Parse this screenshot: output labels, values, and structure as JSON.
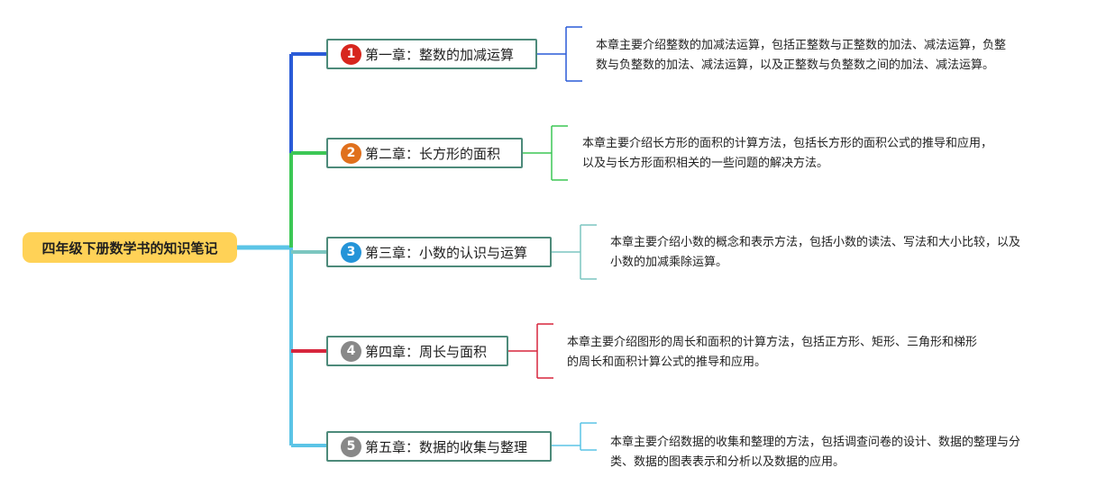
{
  "root": {
    "label": "四年级下册数学书的知识笔记"
  },
  "chapters": [
    {
      "number": "1",
      "title": "第一章：整数的加减运算",
      "color": "#2a5bd7",
      "badge_color": "#d7261e",
      "desc_lines": [
        "本章主要介绍整数的加减法运算，包括正整数与正整数的加法、减法运算，负整",
        "数与负整数的加法、减法运算，以及正整数与负整数之间的加法、减法运算。"
      ]
    },
    {
      "number": "2",
      "title": "第二章：长方形的面积",
      "color": "#3cc755",
      "badge_color": "#e0701d",
      "desc_lines": [
        "本章主要介绍长方形的面积的计算方法，包括长方形的面积公式的推导和应用，",
        "以及与长方形面积相关的一些问题的解决方法。"
      ]
    },
    {
      "number": "3",
      "title": "第三章：小数的认识与运算",
      "color": "#7cc6c0",
      "badge_color": "#2494d8",
      "desc_lines": [
        "本章主要介绍小数的概念和表示方法，包括小数的读法、写法和大小比较，以及",
        "小数的加减乘除运算。"
      ]
    },
    {
      "number": "4",
      "title": "第四章：周长与面积",
      "color": "#d7263d",
      "badge_color": "#888888",
      "desc_lines": [
        "本章主要介绍图形的周长和面积的计算方法，包括正方形、矩形、三角形和梯形",
        "的周长和面积计算公式的推导和应用。"
      ]
    },
    {
      "number": "5",
      "title": "第五章：数据的收集与整理",
      "color": "#5bc4e6",
      "badge_color": "#888888",
      "desc_lines": [
        "本章主要介绍数据的收集和整理的方法，包括调查问卷的设计、数据的整理与分",
        "类、数据的图表表示和分析以及数据的应用。"
      ]
    }
  ]
}
